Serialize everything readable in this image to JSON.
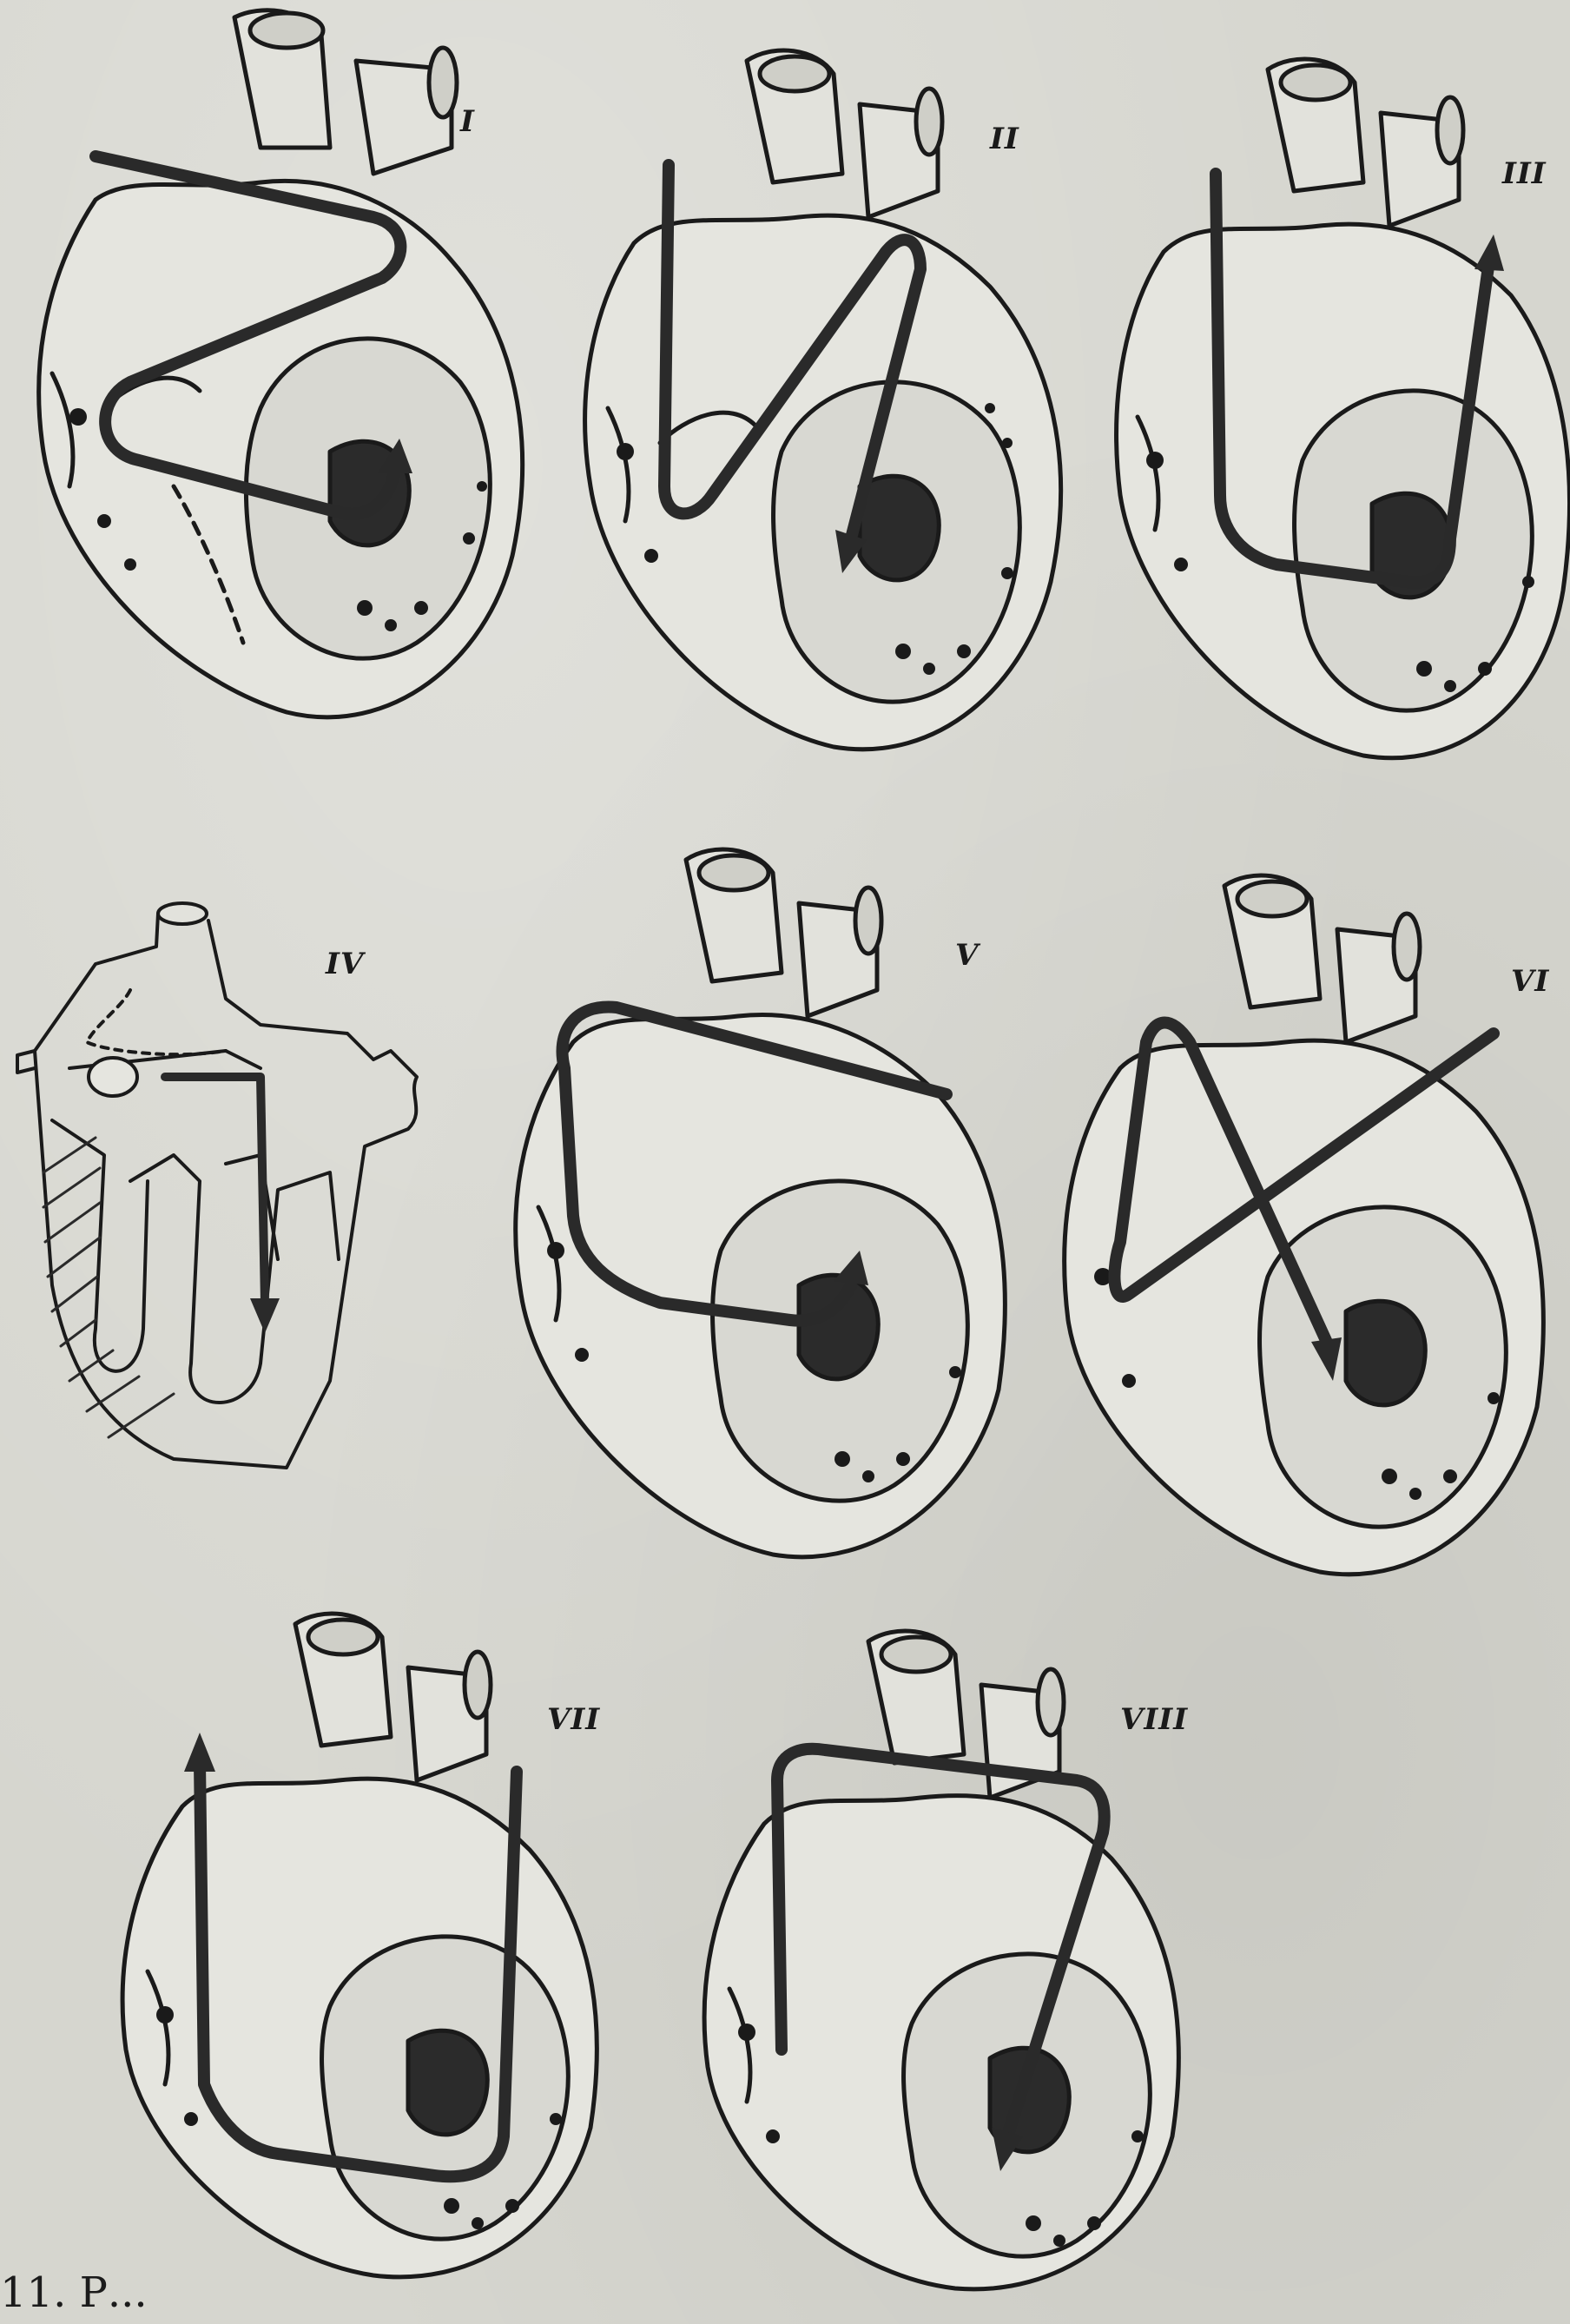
{
  "figure": {
    "panels": [
      {
        "id": "I",
        "label": "I"
      },
      {
        "id": "II",
        "label": "II"
      },
      {
        "id": "III",
        "label": "III"
      },
      {
        "id": "IV",
        "label": "IV"
      },
      {
        "id": "V",
        "label": "V"
      },
      {
        "id": "VI",
        "label": "VI"
      },
      {
        "id": "VII",
        "label": "VII"
      },
      {
        "id": "VIII",
        "label": "VIII"
      }
    ],
    "caption": "11. Р..."
  },
  "colors": {
    "paper": "#d6d6cf",
    "ink": "#1a1a1a",
    "arrow": "#2a2a2a"
  }
}
